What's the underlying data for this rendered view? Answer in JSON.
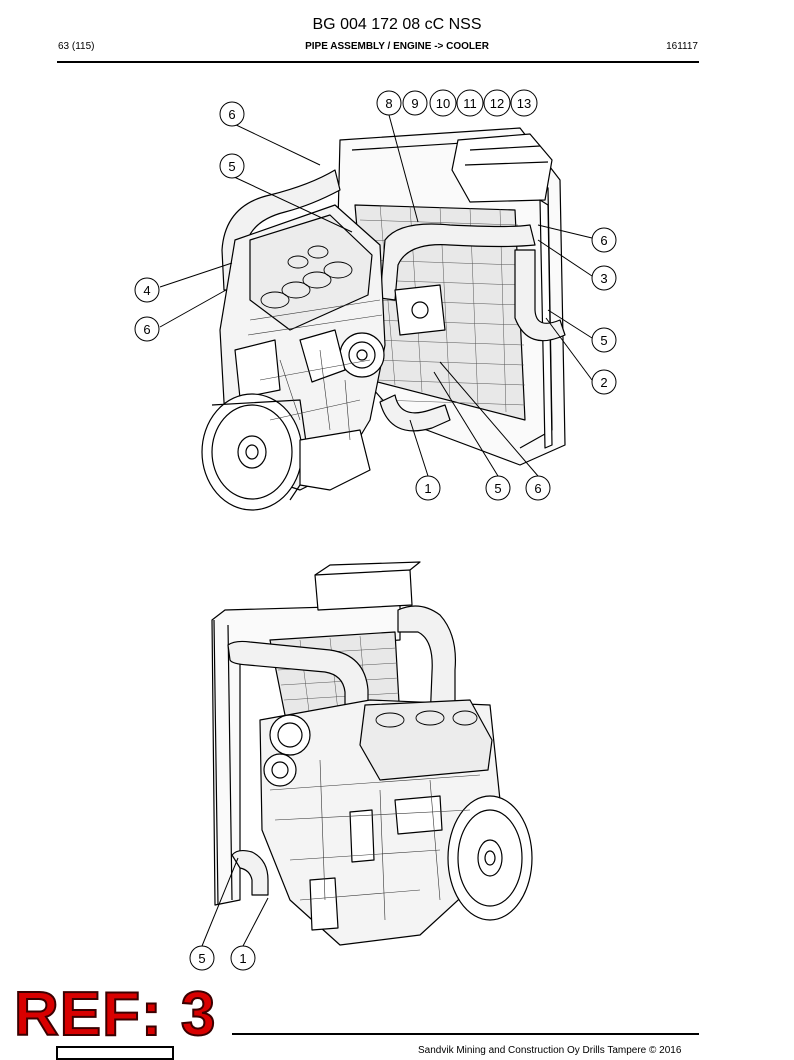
{
  "header": {
    "document_title": "BG 004 172 08 cC NSS",
    "page_ref": "63 (115)",
    "section_title": "PIPE ASSEMBLY / ENGINE -> COOLER",
    "doc_code": "161117"
  },
  "figure_top": {
    "callouts": [
      "8",
      "9",
      "10",
      "11",
      "12",
      "13",
      "6",
      "5",
      "6",
      "3",
      "4",
      "6",
      "5",
      "2",
      "1",
      "5",
      "6"
    ]
  },
  "figure_bottom": {
    "callouts": [
      "5",
      "1"
    ]
  },
  "ref_stamp": "REF: 3",
  "footer": {
    "copyright": "Sandvik Mining and Construction Oy Drills Tampere © 2016"
  }
}
